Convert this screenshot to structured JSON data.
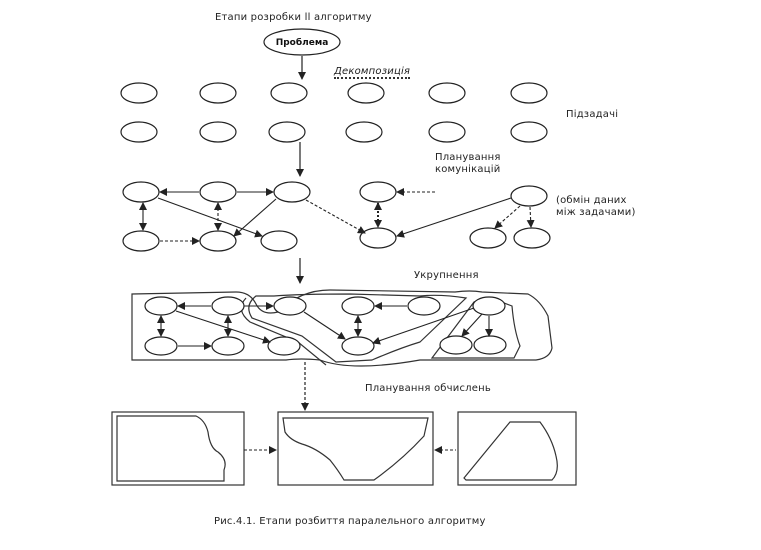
{
  "diagram": {
    "title": "Етапи розробки ll алгоритму",
    "problem_label": "Проблема",
    "decomposition_label": "Декомпозиція",
    "subtasks_label": "Підзадачі",
    "communication_label_line1": "Планування",
    "communication_label_line2": "комунікацій",
    "exchange_label_line1": "(обмін даних",
    "exchange_label_line2": "між задачами)",
    "aggregation_label": "Укрупнення",
    "planning_label": "Планування обчислень",
    "caption": "Рис.4.1. Етапи розбиття паралельного алгоритму"
  }
}
